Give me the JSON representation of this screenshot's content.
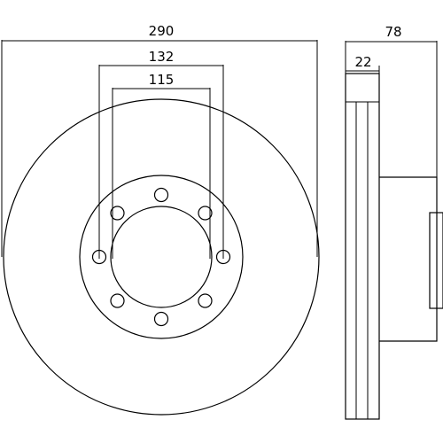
{
  "dimensions": {
    "outer_diameter": "290",
    "bolt_circle": "132",
    "center_bore": "115",
    "total_thickness": "78",
    "disc_thickness": "22"
  },
  "bolt_holes": {
    "count": 8
  }
}
